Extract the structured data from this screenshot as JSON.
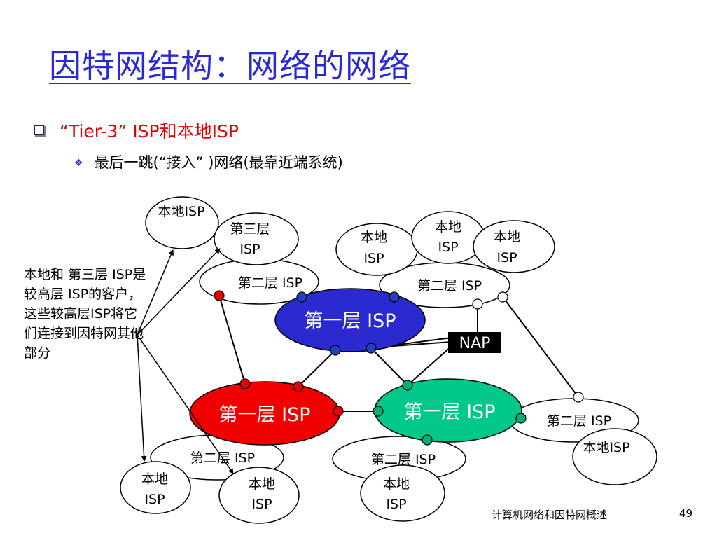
{
  "title": "因特网结构：网络的网络",
  "bullets": {
    "level1": "“Tier-3” ISP和本地ISP",
    "level2": "最后一跳(“接入” )网络(最靠近端系统)"
  },
  "note": "本地和 第三层 ISP是较高层 ISP的客户，这些较高层ISP将它们连接到因特网其他部分",
  "nodes": {
    "local_top_left": "本地ISP",
    "tier3_line1": "第三层",
    "tier3_line2": "ISP",
    "tier2_top_left": "第二层 ISP",
    "tier2_top_right": "第二层 ISP",
    "local_tr_a1": "本地",
    "local_tr_a2": "ISP",
    "local_tr_b1": "本地",
    "local_tr_b2": "ISP",
    "local_tr_c1": "本地",
    "local_tr_c2": "ISP",
    "tier1_blue": "第一层 ISP",
    "tier1_red": "第一层 ISP",
    "tier1_green": "第一层 ISP",
    "nap": "NAP",
    "tier2_right": "第二层 ISP",
    "local_right": "本地ISP",
    "tier2_bottom_left": "第二层 ISP",
    "tier2_bottom_mid": "第二层 ISP",
    "local_bl_a1": "本地",
    "local_bl_a2": "ISP",
    "local_bl_b1": "本地",
    "local_bl_b2": "ISP",
    "local_bm1": "本地",
    "local_bm2": "ISP"
  },
  "colors": {
    "title": "#2a2ad4",
    "tier1_blue": "#2a2ad0",
    "tier1_red": "#f00000",
    "tier1_green": "#00c88a",
    "router_red": "#e60000",
    "router_blue": "#2040c0",
    "router_green": "#00b070"
  },
  "footer": {
    "text": "计算机网络和因特网概述",
    "page": "49"
  }
}
